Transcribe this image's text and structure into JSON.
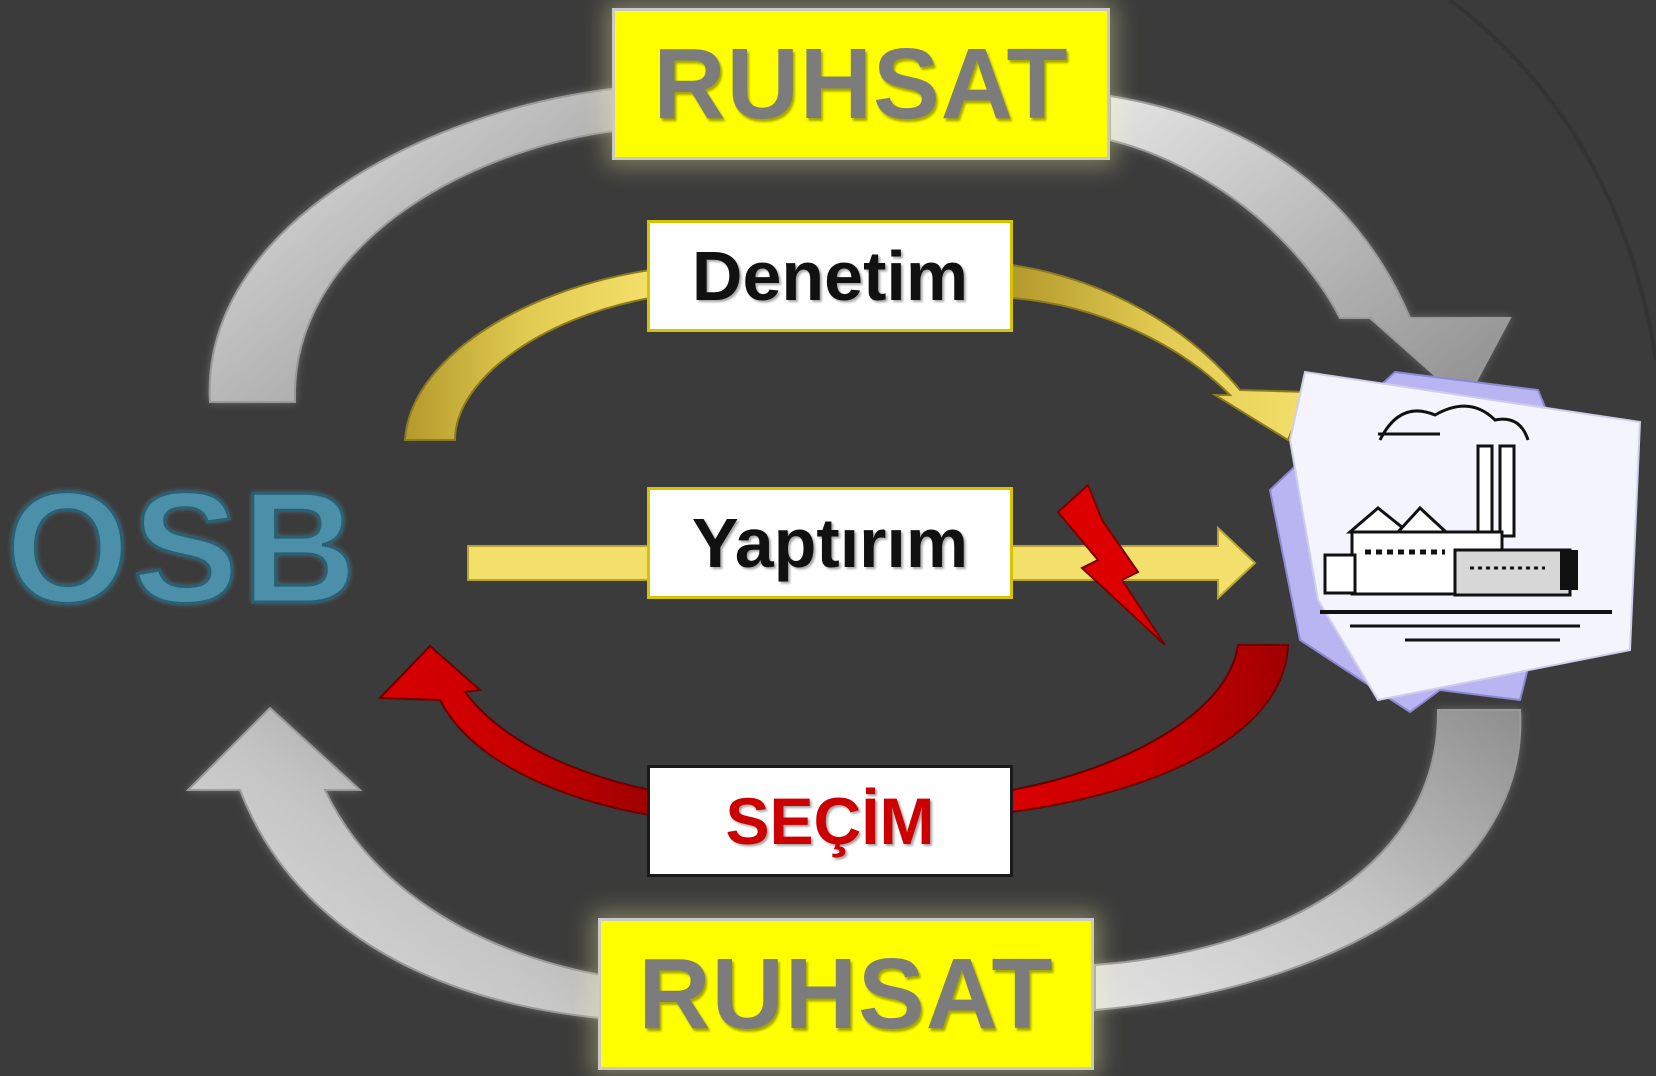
{
  "diagram": {
    "source_node": "OSB",
    "labels": {
      "ruhsat_top": "RUHSAT",
      "denetim": "Denetim",
      "yaptirim": "Yaptırım",
      "secim": "SEÇİM",
      "ruhsat_bottom": "RUHSAT"
    },
    "colors": {
      "background": "#3b3b3b",
      "ruhsat_box": "#ffff00",
      "ruhsat_text": "#7c7c7c",
      "denetim_arrow": "#c9b23a",
      "yaptirim_arrow": "#f2e06a",
      "secim_arrow": "#c00000",
      "secim_text": "#cc0000",
      "gray_arrow": "#b9b9b9",
      "osb_text": "#4b90a8"
    },
    "icons": [
      "factory-icon",
      "lightning-bolt-icon"
    ]
  }
}
